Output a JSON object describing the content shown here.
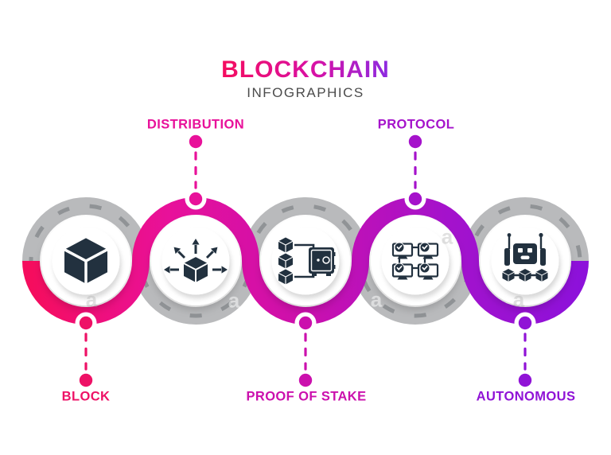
{
  "header": {
    "title": "BLOCKCHAIN",
    "subtitle": "INFOGRAPHICS"
  },
  "steps": [
    {
      "label": "BLOCK",
      "icon": "cube-icon",
      "label_position": "bottom",
      "accent": "#ee1166"
    },
    {
      "label": "DISTRIBUTION",
      "icon": "distribution-arrows-icon",
      "label_position": "top",
      "accent": "#e8119a"
    },
    {
      "label": "PROOF OF STAKE",
      "icon": "blocks-safe-icon",
      "label_position": "bottom",
      "accent": "#cb10ad"
    },
    {
      "label": "PROTOCOL",
      "icon": "network-consensus-icon",
      "label_position": "top",
      "accent": "#a512cb"
    },
    {
      "label": "AUTONOMOUS",
      "icon": "robot-blocks-icon",
      "label_position": "bottom",
      "accent": "#9013d6"
    }
  ],
  "colors": {
    "background": "#ffffff",
    "ribbon_stops": [
      "#f50d5e",
      "#e8119a",
      "#cb10ad",
      "#a512cb",
      "#8d11da"
    ],
    "ring_gray": "#b9babc",
    "ring_dash_gray": "#909396",
    "icon_dark": "#22313f",
    "title_gradient_start": "#f50d5e",
    "title_gradient_end": "#8b2be2",
    "subtitle_gray": "#4b4b4b"
  },
  "watermark": {
    "text": "a"
  }
}
